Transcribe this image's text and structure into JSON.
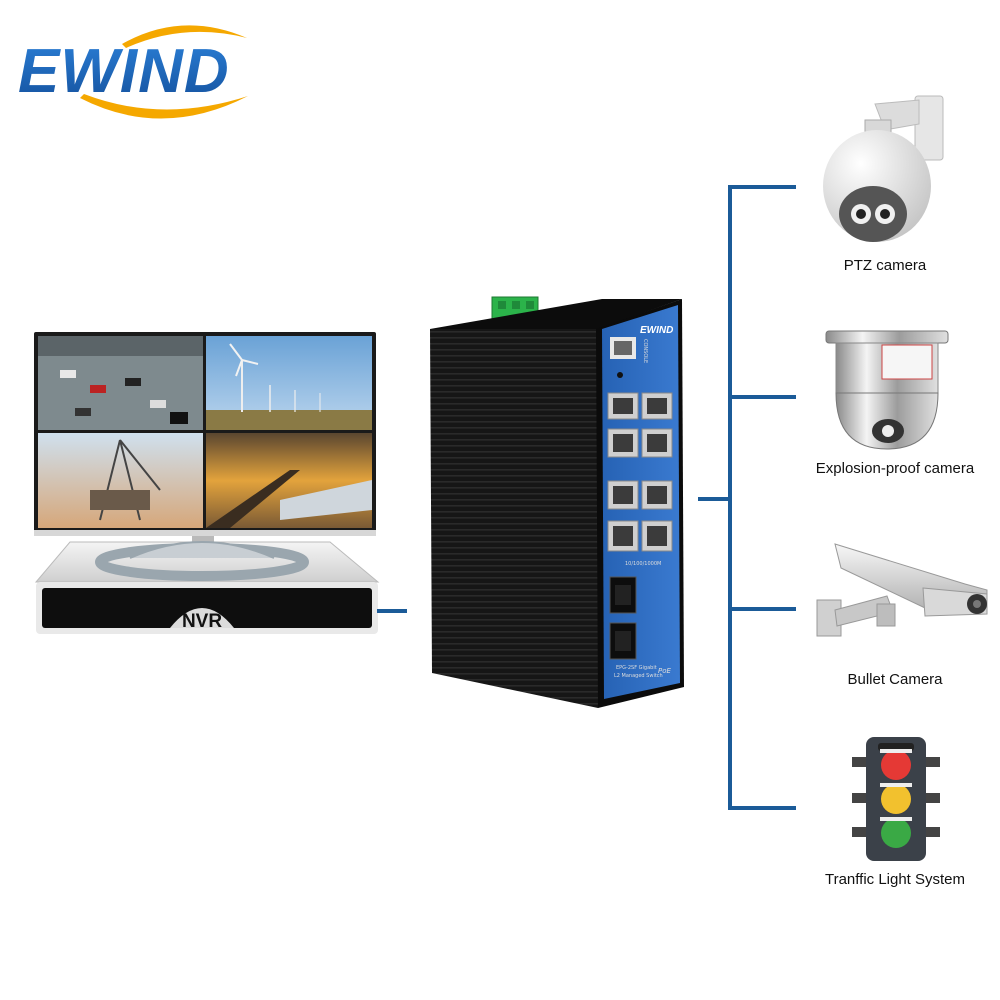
{
  "brand": {
    "logo_text": "EWIND",
    "colors": {
      "primary": "#1c63b7",
      "accent": "#f5a800"
    }
  },
  "switch": {
    "brand_label": "EWIND",
    "console_label": "CONSOLE",
    "speed_label": "10/100/1000M",
    "model_line1": "EPG-2SF Gigabit",
    "model_line2": "L2 Managed Switch",
    "poe_label": "PoE",
    "rj45_port_count": 8,
    "sfp_port_count": 2,
    "body_color": "#111111",
    "panel_color": "#2c6bc0"
  },
  "nvr": {
    "label": "NVR"
  },
  "connectors": {
    "line_color": "#1b5b98"
  },
  "devices": [
    {
      "label": "PTZ camera",
      "icon": "ptz-camera-icon"
    },
    {
      "label": "Explosion-proof camera",
      "icon": "explosion-proof-camera-icon"
    },
    {
      "label": "Bullet Camera",
      "icon": "bullet-camera-icon"
    },
    {
      "label": "Tranffic Light System",
      "icon": "traffic-light-icon"
    }
  ]
}
